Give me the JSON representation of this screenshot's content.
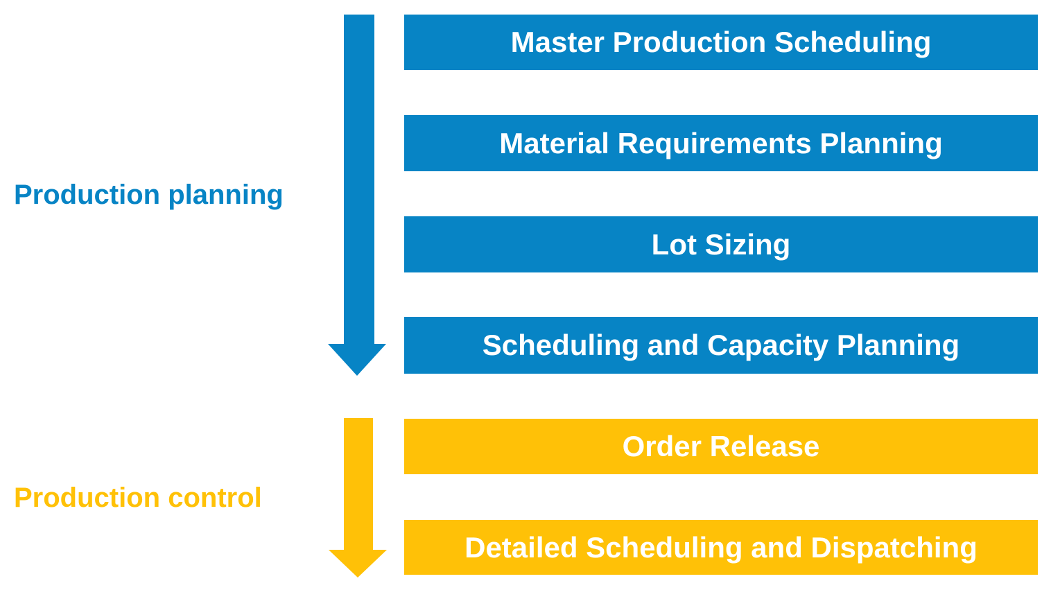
{
  "colors": {
    "planning": "#0784C5",
    "control": "#FFC107",
    "box_text": "#FFFFFF",
    "background": "#FFFFFF"
  },
  "diagram": {
    "planning": {
      "label": "Production planning",
      "boxes": [
        "Master Production Scheduling",
        "Material Requirements Planning",
        "Lot Sizing",
        "Scheduling and Capacity Planning"
      ]
    },
    "control": {
      "label": "Production control",
      "boxes": [
        "Order Release",
        "Detailed Scheduling and Dispatching"
      ]
    }
  }
}
